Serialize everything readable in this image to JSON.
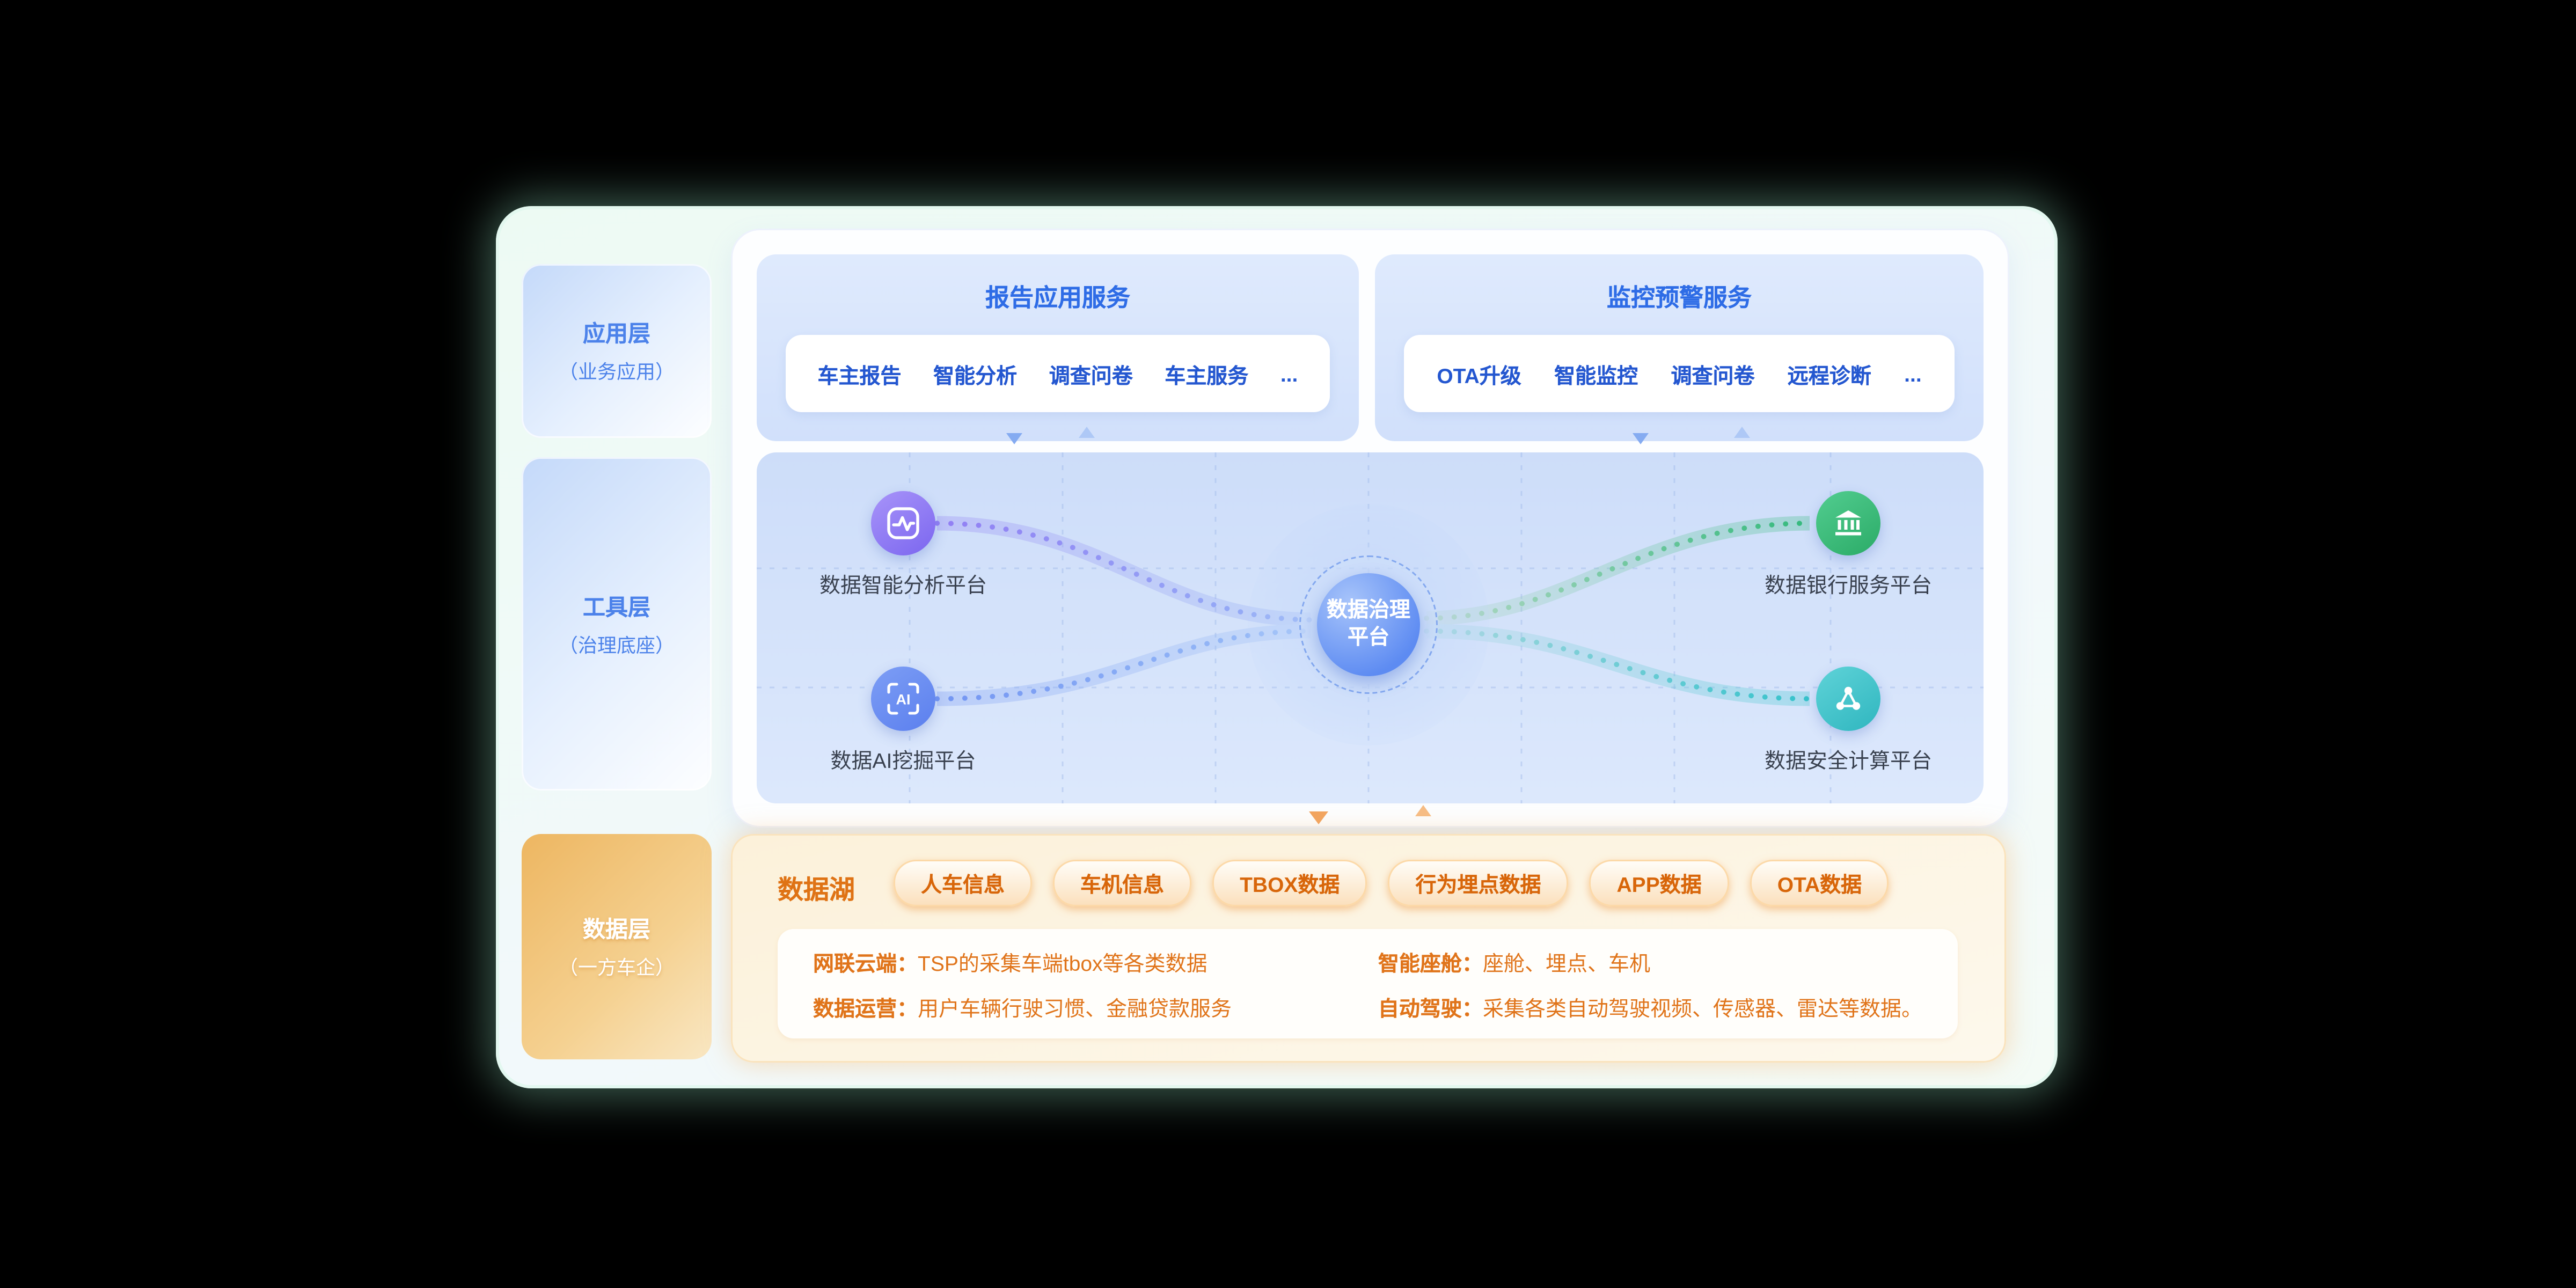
{
  "colors": {
    "primary_blue": "#2e6ce6",
    "item_blue": "#2457d0",
    "orange": "#e0741a",
    "tag_orange": "#d8660a",
    "purple_platform": "#7b66ef",
    "blue_platform": "#5b7fee",
    "green_platform": "#2bab67",
    "teal_platform": "#2fb6bf"
  },
  "sidebar": {
    "layers": [
      {
        "title": "应用层",
        "subtitle": "（业务应用）"
      },
      {
        "title": "工具层",
        "subtitle": "（治理底座）"
      },
      {
        "title": "数据层",
        "subtitle": "（一方车企）"
      }
    ]
  },
  "services": {
    "report": {
      "title": "报告应用服务",
      "items": [
        "车主报告",
        "智能分析",
        "调查问卷",
        "车主服务",
        "..."
      ]
    },
    "monitor": {
      "title": "监控预警服务",
      "items": [
        "OTA升级",
        "智能监控",
        "调查问卷",
        "远程诊断",
        "..."
      ]
    }
  },
  "governance": {
    "center": {
      "line1": "数据治理",
      "line2": "平台"
    },
    "platforms": [
      {
        "id": "analysis",
        "label": "数据智能分析平台",
        "icon": "pulse-chart-icon"
      },
      {
        "id": "ai",
        "label": "数据AI挖掘平台",
        "icon": "ai-brackets-icon",
        "icon_text": "AI"
      },
      {
        "id": "bank",
        "label": "数据银行服务平台",
        "icon": "bank-icon"
      },
      {
        "id": "secure",
        "label": "数据安全计算平台",
        "icon": "network-nodes-icon"
      }
    ]
  },
  "datalake": {
    "title": "数据湖",
    "tags": [
      "人车信息",
      "车机信息",
      "TBOX数据",
      "行为埋点数据",
      "APP数据",
      "OTA数据"
    ],
    "details": [
      {
        "label": "网联云端：",
        "text": "TSP的采集车端tbox等各类数据"
      },
      {
        "label": "智能座舱：",
        "text": "座舱、埋点、车机"
      },
      {
        "label": "数据运营：",
        "text": "用户车辆行驶习惯、金融贷款服务"
      },
      {
        "label": "自动驾驶：",
        "text": "采集各类自动驾驶视频、传感器、雷达等数据。"
      }
    ]
  }
}
